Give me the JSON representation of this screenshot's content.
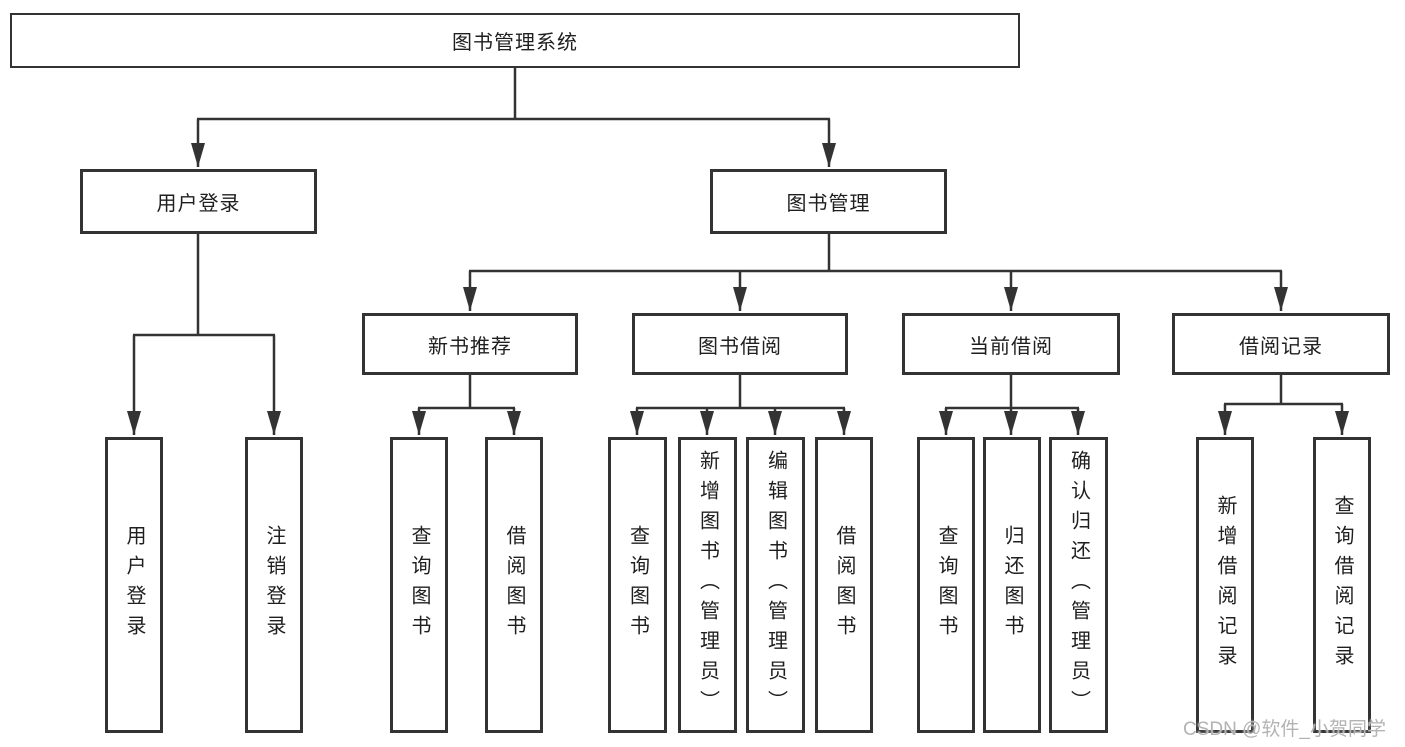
{
  "root": {
    "label": "图书管理系统"
  },
  "branches": [
    {
      "label": "用户登录",
      "leaves": [
        "用户登录",
        "注销登录"
      ]
    },
    {
      "label": "图书管理",
      "groups": [
        {
          "label": "新书推荐",
          "leaves": [
            "查询图书",
            "借阅图书"
          ]
        },
        {
          "label": "图书借阅",
          "leaves": [
            "查询图书",
            "新增图书（管理员）",
            "编辑图书（管理员）",
            "借阅图书"
          ]
        },
        {
          "label": "当前借阅",
          "leaves": [
            "查询图书",
            "归还图书",
            "确认归还（管理员）"
          ]
        },
        {
          "label": "借阅记录",
          "leaves": [
            "新增借阅记录",
            "查询借阅记录"
          ]
        }
      ]
    }
  ],
  "watermark": "CSDN @软件_小贺同学",
  "colors": {
    "line": "#333333",
    "text": "#1f1f1f",
    "background": "#ffffff",
    "watermark": "#b3b3b3"
  }
}
